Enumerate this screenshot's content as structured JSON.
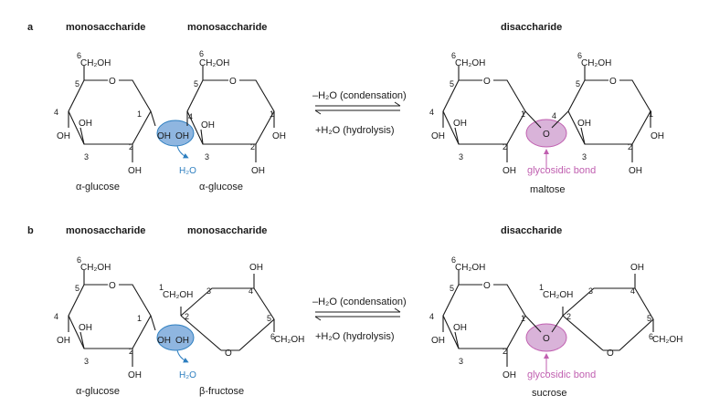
{
  "panels": [
    {
      "letter": "a",
      "left_header": "monosaccharide",
      "middle_header": "monosaccharide",
      "right_header": "disaccharide",
      "left_name": "α-glucose",
      "middle_name": "α-glucose",
      "product_name": "maltose",
      "water": "H₂O",
      "bond_label": "glycosidic bond",
      "forward": "–H₂O (condensation)",
      "reverse": "+H₂O (hydrolysis)"
    },
    {
      "letter": "b",
      "left_header": "monosaccharide",
      "middle_header": "monosaccharide",
      "right_header": "disaccharide",
      "left_name": "α-glucose",
      "middle_name": "β-fructose",
      "product_name": "sucrose",
      "water": "H₂O",
      "bond_label": "glycosidic bond",
      "forward": "–H₂O (condensation)",
      "reverse": "+H₂O (hydrolysis)"
    }
  ],
  "labels": {
    "ch2oh": "CH₂OH",
    "oh": "OH",
    "o": "O",
    "n1": "1",
    "n2": "2",
    "n3": "3",
    "n4": "4",
    "n5": "5",
    "n6": "6"
  },
  "colors": {
    "hydroxyl_highlight": "#8fb6e0",
    "bond_highlight": "#d9b3d9",
    "bond_text": "#c05fb0",
    "water_text": "#2e7fc0"
  }
}
